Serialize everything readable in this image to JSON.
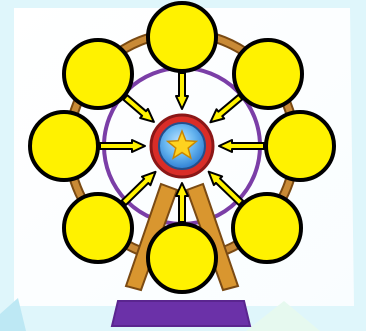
{
  "diagram": {
    "type": "radial-spider-diagram",
    "center": {
      "icon": "star-icon",
      "label": ""
    },
    "nodes": [
      {
        "id": "top",
        "label": ""
      },
      {
        "id": "top-right",
        "label": ""
      },
      {
        "id": "right",
        "label": ""
      },
      {
        "id": "bottom-right",
        "label": ""
      },
      {
        "id": "bottom",
        "label": ""
      },
      {
        "id": "bottom-left",
        "label": ""
      },
      {
        "id": "left",
        "label": ""
      },
      {
        "id": "top-left",
        "label": ""
      }
    ],
    "arrow_direction": "node-to-center"
  },
  "colors": {
    "background": "#dff6fb",
    "panel": "#ffffff",
    "wheel_ring": "#c98a36",
    "inner_ring": "#7b3ea7",
    "node_fill": "#fff200",
    "node_stroke": "#000000",
    "arrow": "#000000",
    "arrow_fill": "#fff200",
    "center_ring": "#d92d28",
    "center_fill": "#55a7e8",
    "star": "#ffd21f",
    "base": "#6b31a8"
  }
}
